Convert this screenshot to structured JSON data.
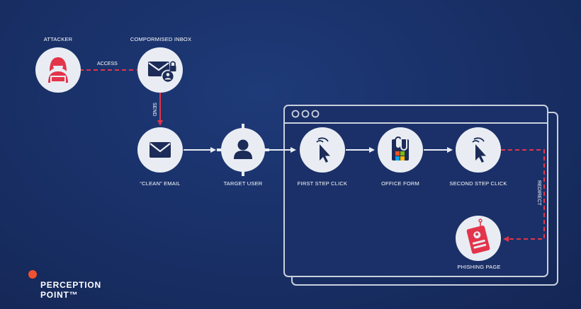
{
  "colors": {
    "background": "#1a326b",
    "node_fill": "#e9edf3",
    "icon_dark": "#1c2b57",
    "accent_red": "#e3344a",
    "arrow_white": "#e9edf3",
    "brand_orange": "#f0522f"
  },
  "nodes": {
    "attacker": {
      "label": "ATTACKER",
      "icon": "hooded-hacker-icon"
    },
    "inbox": {
      "label": "COMPORMISED INBOX",
      "icon": "locked-envelope-icon"
    },
    "clean_email": {
      "label": "“CLEAN” EMAIL",
      "icon": "envelope-icon"
    },
    "target_user": {
      "label": "TARGET USER",
      "icon": "user-target-icon"
    },
    "first_click": {
      "label": "FIRST STEP CLICK",
      "icon": "cursor-click-icon"
    },
    "office_form": {
      "label": "OFFICE FORM",
      "icon": "microsoft-forms-icon"
    },
    "second_click": {
      "label": "SECOND STEP CLICK",
      "icon": "cursor-click-icon"
    },
    "phishing_page": {
      "label": "PHISHING PAGE",
      "icon": "phishing-badge-icon"
    }
  },
  "edges": {
    "access": "ACCESS",
    "send": "SEND",
    "redirect": "REDIRECT"
  },
  "logo": {
    "line1": "PERCEPTION",
    "line2": "POINT™"
  }
}
